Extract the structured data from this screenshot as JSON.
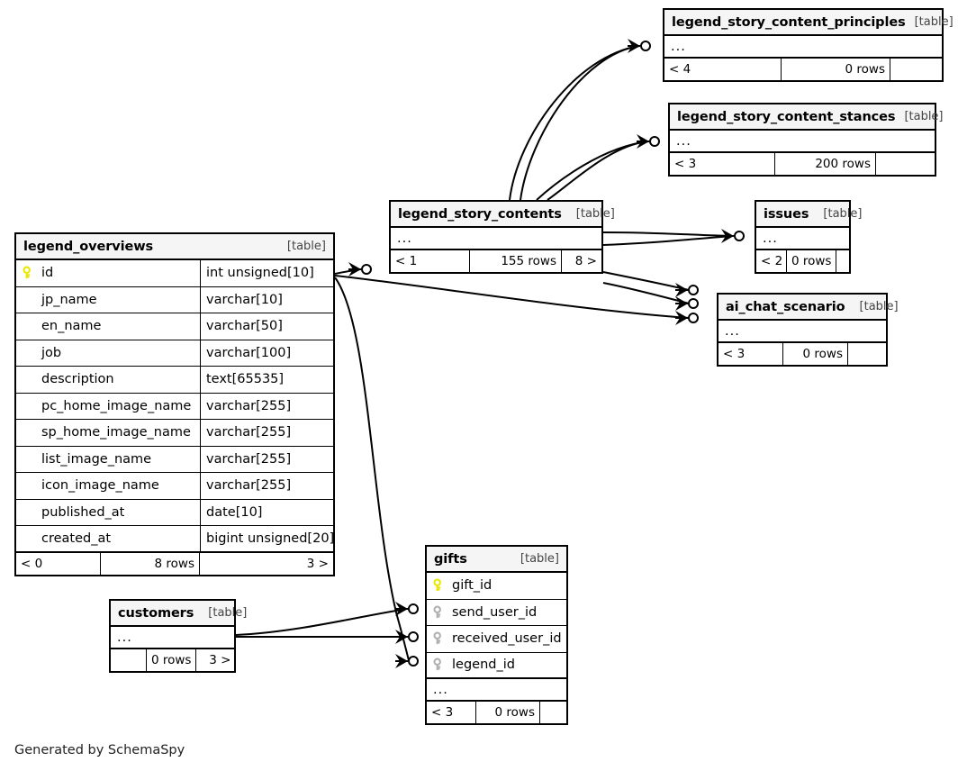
{
  "diagram": {
    "generator_credit": "Generated by SchemaSpy",
    "table_tag": "[table]"
  },
  "tables": {
    "legend_overviews": {
      "name": "legend_overviews",
      "tag": "[table]",
      "columns": [
        {
          "key": "pk",
          "name": "id",
          "type": "int unsigned[10]"
        },
        {
          "key": "none",
          "name": "jp_name",
          "type": "varchar[10]"
        },
        {
          "key": "none",
          "name": "en_name",
          "type": "varchar[50]"
        },
        {
          "key": "none",
          "name": "job",
          "type": "varchar[100]"
        },
        {
          "key": "none",
          "name": "description",
          "type": "text[65535]"
        },
        {
          "key": "none",
          "name": "pc_home_image_name",
          "type": "varchar[255]"
        },
        {
          "key": "none",
          "name": "sp_home_image_name",
          "type": "varchar[255]"
        },
        {
          "key": "none",
          "name": "list_image_name",
          "type": "varchar[255]"
        },
        {
          "key": "none",
          "name": "icon_image_name",
          "type": "varchar[255]"
        },
        {
          "key": "none",
          "name": "published_at",
          "type": "date[10]"
        },
        {
          "key": "none",
          "name": "created_at",
          "type": "bigint unsigned[20]"
        }
      ],
      "footer": {
        "left": "< 0",
        "middle": "8 rows",
        "right": "3 >"
      }
    },
    "legend_story_contents": {
      "name": "legend_story_contents",
      "tag": "[table]",
      "ellipsis": "...",
      "footer": {
        "left": "< 1",
        "middle": "155 rows",
        "right": "8 >"
      }
    },
    "legend_story_content_principles": {
      "name": "legend_story_content_principles",
      "tag": "[table]",
      "ellipsis": "...",
      "footer": {
        "left": "< 4",
        "middle": "0 rows",
        "right": ""
      }
    },
    "legend_story_content_stances": {
      "name": "legend_story_content_stances",
      "tag": "[table]",
      "ellipsis": "...",
      "footer": {
        "left": "< 3",
        "middle": "200 rows",
        "right": ""
      }
    },
    "issues": {
      "name": "issues",
      "tag": "[table]",
      "ellipsis": "...",
      "footer": {
        "left": "< 2",
        "middle": "0 rows",
        "right": ""
      }
    },
    "ai_chat_scenario": {
      "name": "ai_chat_scenario",
      "tag": "[table]",
      "ellipsis": "...",
      "footer": {
        "left": "< 3",
        "middle": "0 rows",
        "right": ""
      }
    },
    "gifts": {
      "name": "gifts",
      "tag": "[table]",
      "columns": [
        {
          "key": "pk",
          "name": "gift_id",
          "type": ""
        },
        {
          "key": "fk",
          "name": "send_user_id",
          "type": ""
        },
        {
          "key": "fk",
          "name": "received_user_id",
          "type": ""
        },
        {
          "key": "fk",
          "name": "legend_id",
          "type": ""
        }
      ],
      "ellipsis": "...",
      "footer": {
        "left": "< 3",
        "middle": "0 rows",
        "right": ""
      }
    },
    "customers": {
      "name": "customers",
      "tag": "[table]",
      "ellipsis": "...",
      "footer": {
        "left": "",
        "middle": "0 rows",
        "right": "3 >"
      }
    }
  },
  "colors": {
    "primary_key": "#e8e800",
    "foreign_key": "#b0b0b0",
    "header_bg": "#f5f5f5",
    "border": "#000000",
    "edge": "#000000",
    "background": "#ffffff"
  },
  "relationships": [
    {
      "from": "legend_story_contents",
      "to": "legend_story_content_principles",
      "count": 2
    },
    {
      "from": "legend_story_contents",
      "to": "legend_story_content_stances",
      "count": 2
    },
    {
      "from": "legend_story_contents",
      "to": "issues",
      "count": 2
    },
    {
      "from": "legend_story_contents",
      "to": "ai_chat_scenario",
      "count": 2
    },
    {
      "from": "legend_overviews",
      "to": "legend_story_contents",
      "count": 1
    },
    {
      "from": "legend_overviews",
      "to": "ai_chat_scenario",
      "count": 1
    },
    {
      "from": "legend_overviews",
      "to": "gifts.legend_id",
      "count": 1
    },
    {
      "from": "customers",
      "to": "gifts.send_user_id",
      "count": 1
    },
    {
      "from": "customers",
      "to": "gifts.received_user_id",
      "count": 1
    }
  ]
}
